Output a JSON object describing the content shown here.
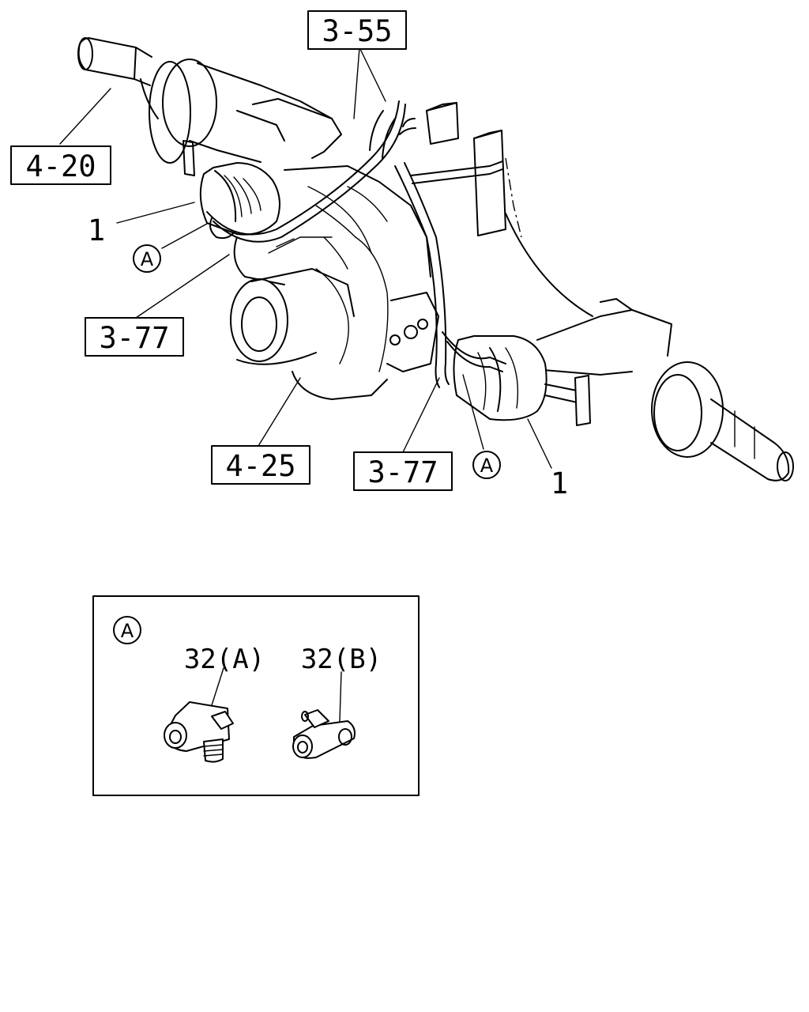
{
  "labels": {
    "ref_3_55": "3-55",
    "ref_4_20": "4-20",
    "ref_3_77_left": "3-77",
    "ref_4_25": "4-25",
    "ref_3_77_bottom": "3-77",
    "item_1_left": "1",
    "item_1_right": "1",
    "detail_a_left": "A",
    "detail_a_right": "A"
  },
  "detail": {
    "marker": "A",
    "part_a": "32(A)",
    "part_b": "32(B)"
  }
}
